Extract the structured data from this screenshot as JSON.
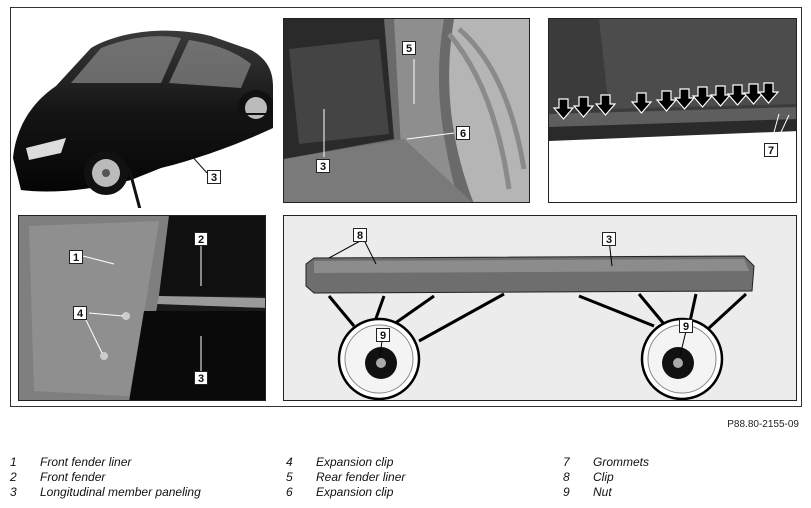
{
  "figure": {
    "reference_code": "P88.80-2155-09",
    "callouts": {
      "car": "3",
      "wheel_5": "5",
      "wheel_6": "6",
      "wheel_3": "3",
      "sill_7": "7",
      "fender_1": "1",
      "fender_2": "2",
      "fender_4": "4",
      "fender_3": "3",
      "panel_8": "8",
      "panel_3": "3",
      "detail_left_9": "9",
      "detail_right_9": "9"
    }
  },
  "legend": {
    "col1": [
      {
        "num": "1",
        "text": "Front fender liner"
      },
      {
        "num": "2",
        "text": "Front fender"
      },
      {
        "num": "3",
        "text": "Longitudinal member paneling"
      }
    ],
    "col2": [
      {
        "num": "4",
        "text": "Expansion clip"
      },
      {
        "num": "5",
        "text": "Rear fender liner"
      },
      {
        "num": "6",
        "text": "Expansion clip"
      }
    ],
    "col3": [
      {
        "num": "7",
        "text": "Grommets"
      },
      {
        "num": "8",
        "text": "Clip"
      },
      {
        "num": "9",
        "text": "Nut"
      }
    ]
  }
}
